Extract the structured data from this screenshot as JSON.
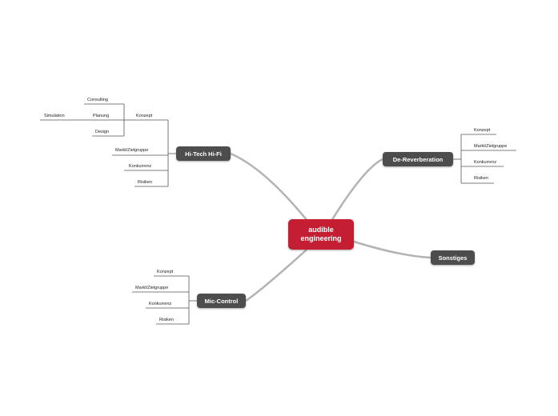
{
  "colors": {
    "root": "#c41e33",
    "main": "#4d4d4d",
    "connector": "#b3b3b3",
    "leaf_line": "#555555"
  },
  "root": {
    "line1": "audible",
    "line2": "engineering"
  },
  "branches": {
    "hitech": {
      "label": "Hi-Tech Hi-Fi",
      "konzept": "Konzept",
      "consulting": "Consulting",
      "planung": "Planung",
      "simulation": "Simulation",
      "design": "Design",
      "markt": "Markt/Zielgruppe",
      "konkurrenz": "Konkurrenz",
      "risiken": "Risiken"
    },
    "dereverb": {
      "label": "De-Reverberation",
      "konzept": "Konzept",
      "markt": "Markt/Zielgruppe",
      "konkurrenz": "Konkurrenz",
      "risiken": "Risiken"
    },
    "sonstiges": {
      "label": "Sonstiges"
    },
    "miccontrol": {
      "label": "Mic-Control",
      "konzept": "Konzept",
      "markt": "Markt/Zielgruppe",
      "konkurrenz": "Konkurrenz",
      "risiken": "Risiken"
    }
  }
}
